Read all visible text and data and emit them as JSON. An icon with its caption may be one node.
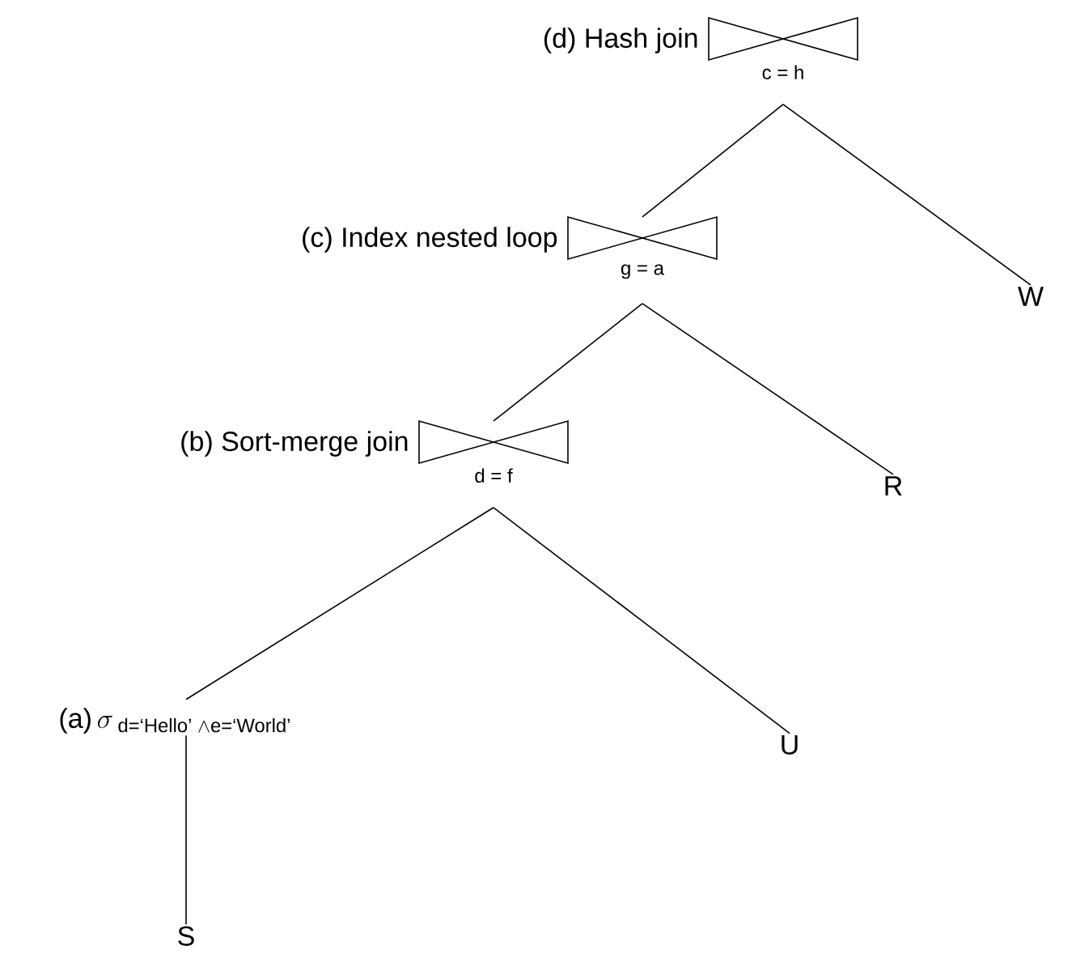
{
  "diagram": {
    "nodes": [
      {
        "text": [
          "(d) Hash join",
          "c = h"
        ]
      },
      {
        "text": [
          "(c) Index nested loop",
          "g = a"
        ]
      },
      {
        "text": [
          "W"
        ]
      },
      {
        "text": [
          "(b) Sort-merge join",
          "d = f"
        ]
      },
      {
        "text": [
          "R"
        ]
      },
      {
        "text": [
          "(a)",
          "\\sigma_{\\text{ d=‘Hello’ }\\wedge\\text{e=‘World’}}"
        ]
      },
      {
        "text": [
          "U"
        ]
      },
      {
        "text": [
          "S"
        ]
      }
    ],
    "edges": [
      {
        "from": 0,
        "to": 1,
        "arrow": "none"
      },
      {
        "from": 0,
        "to": 2,
        "arrow": "none"
      },
      {
        "from": 1,
        "to": 3,
        "arrow": "none"
      },
      {
        "from": 1,
        "to": 4,
        "arrow": "none"
      },
      {
        "from": 3,
        "to": 5,
        "arrow": "none"
      },
      {
        "from": 3,
        "to": 6,
        "arrow": "none"
      },
      {
        "from": 5,
        "to": 7,
        "arrow": "none"
      }
    ]
  }
}
